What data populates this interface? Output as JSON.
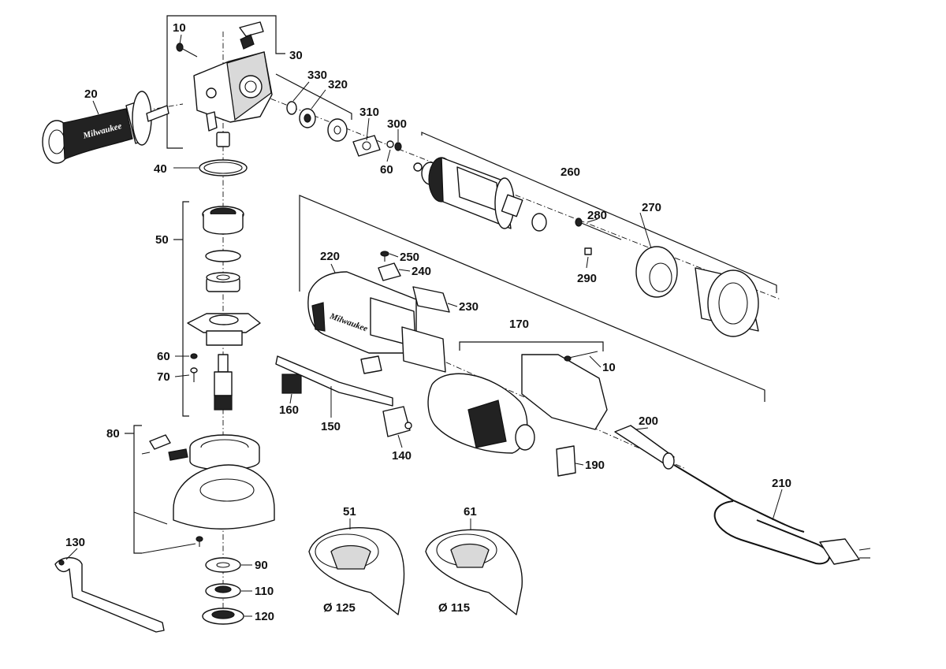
{
  "diagram": {
    "brand_text": "Milwaukee",
    "labels": [
      {
        "id": "p10a",
        "text": "10"
      },
      {
        "id": "p30",
        "text": "30"
      },
      {
        "id": "p20",
        "text": "20"
      },
      {
        "id": "p330",
        "text": "330"
      },
      {
        "id": "p320",
        "text": "320"
      },
      {
        "id": "p310",
        "text": "310"
      },
      {
        "id": "p300",
        "text": "300"
      },
      {
        "id": "p60a",
        "text": "60"
      },
      {
        "id": "p40",
        "text": "40"
      },
      {
        "id": "p260",
        "text": "260"
      },
      {
        "id": "p280",
        "text": "280"
      },
      {
        "id": "p270",
        "text": "270"
      },
      {
        "id": "p290",
        "text": "290"
      },
      {
        "id": "p50",
        "text": "50"
      },
      {
        "id": "p220",
        "text": "220"
      },
      {
        "id": "p250",
        "text": "250"
      },
      {
        "id": "p240",
        "text": "240"
      },
      {
        "id": "p230",
        "text": "230"
      },
      {
        "id": "p170",
        "text": "170"
      },
      {
        "id": "p10b",
        "text": "10"
      },
      {
        "id": "p60b",
        "text": "60"
      },
      {
        "id": "p70",
        "text": "70"
      },
      {
        "id": "p160",
        "text": "160"
      },
      {
        "id": "p150",
        "text": "150"
      },
      {
        "id": "p140",
        "text": "140"
      },
      {
        "id": "p200",
        "text": "200"
      },
      {
        "id": "p190",
        "text": "190"
      },
      {
        "id": "p80",
        "text": "80"
      },
      {
        "id": "p210",
        "text": "210"
      },
      {
        "id": "p51",
        "text": "51"
      },
      {
        "id": "p61",
        "text": "61"
      },
      {
        "id": "p130",
        "text": "130"
      },
      {
        "id": "p90",
        "text": "90"
      },
      {
        "id": "p110",
        "text": "110"
      },
      {
        "id": "p120",
        "text": "120"
      },
      {
        "id": "d125",
        "text": "Ø 125"
      },
      {
        "id": "d115",
        "text": "Ø 115"
      }
    ]
  }
}
